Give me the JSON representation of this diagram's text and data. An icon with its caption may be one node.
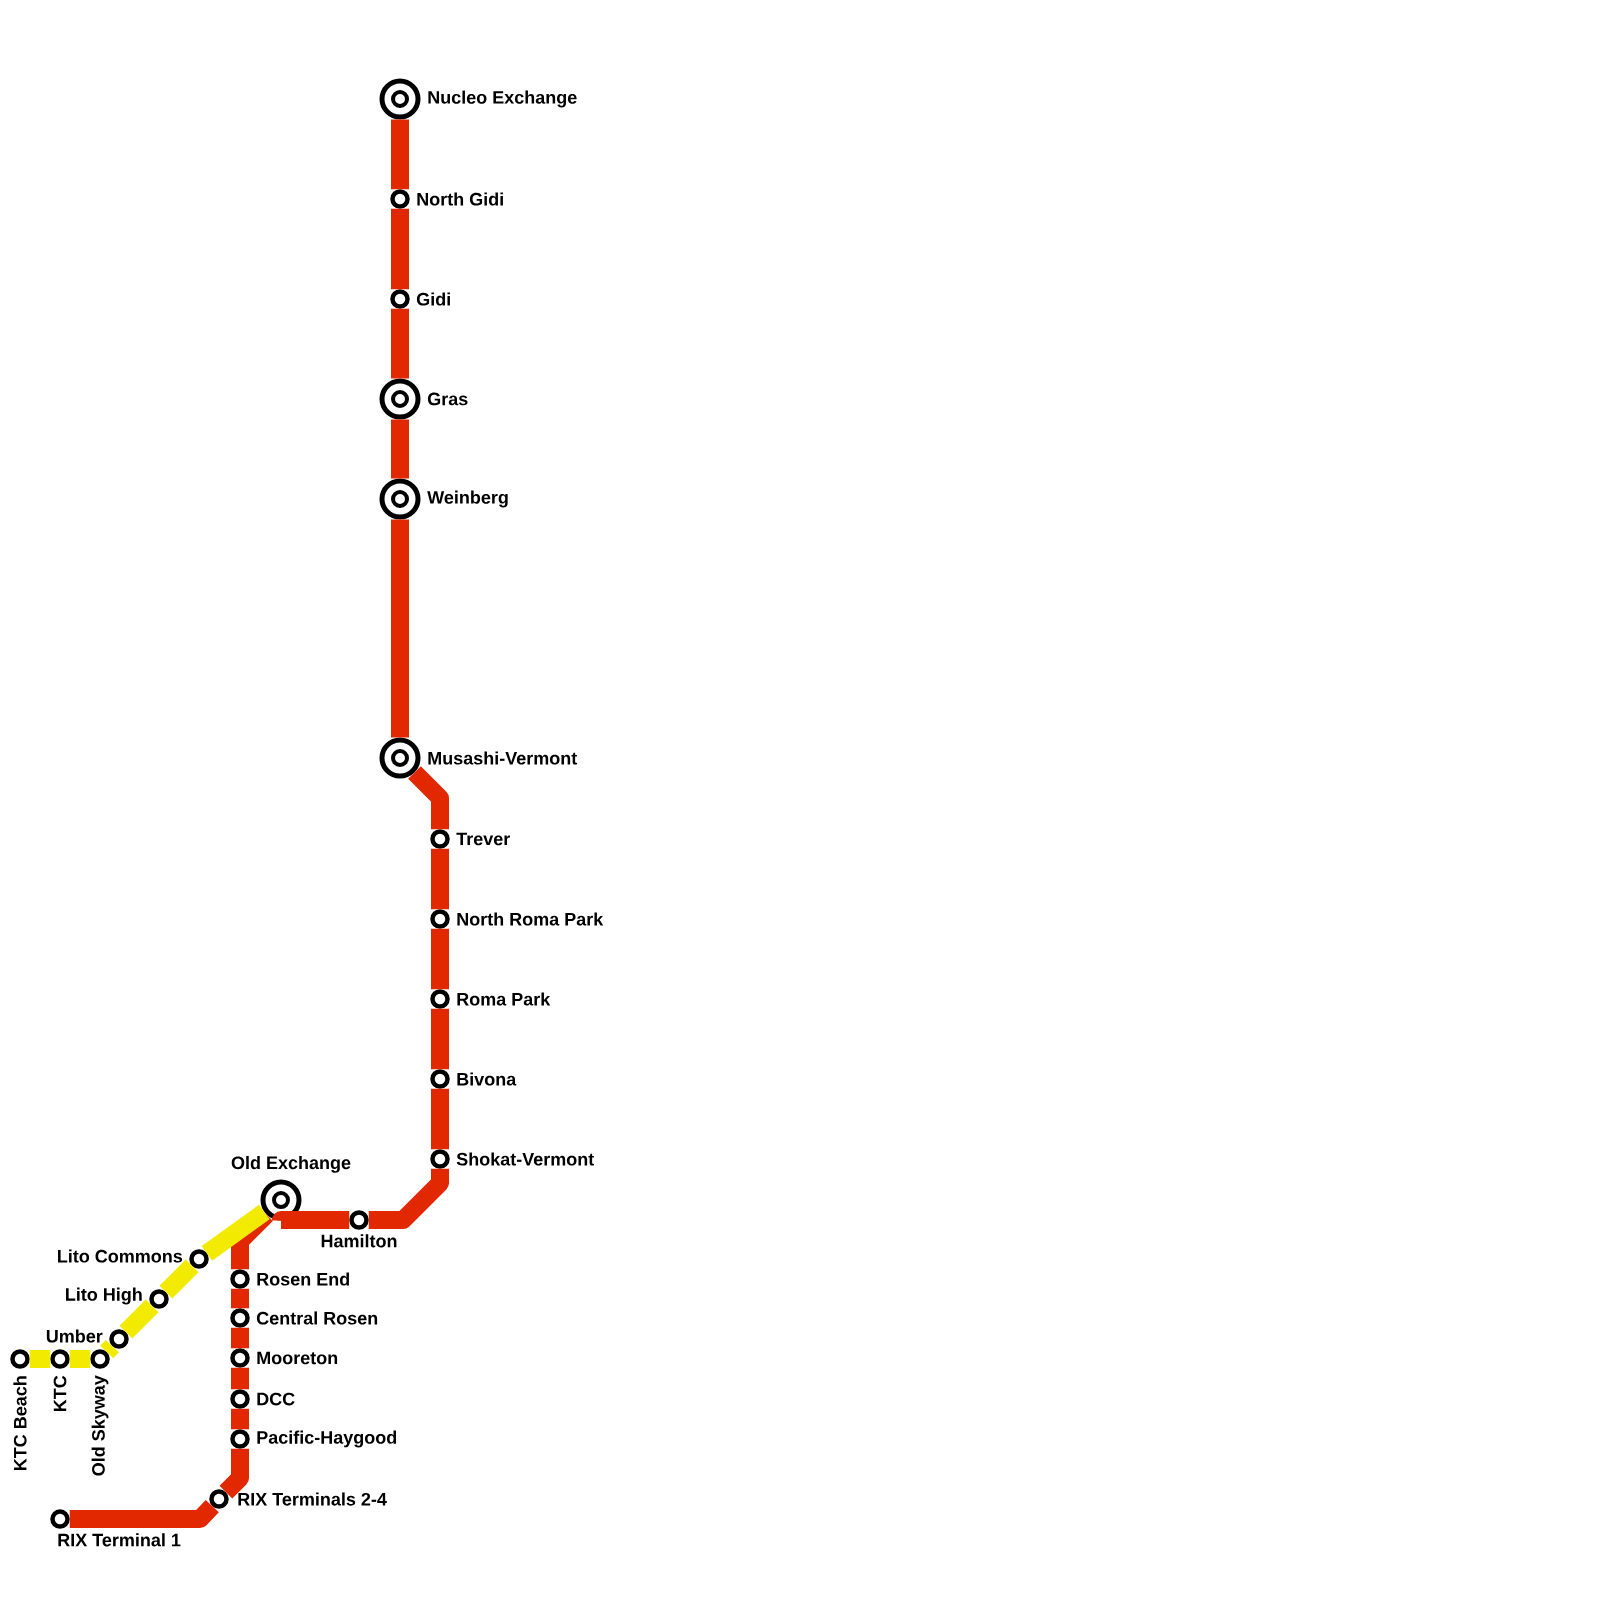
{
  "diagram": {
    "nodes": [
      {
        "text": [
          "Nucleo Exchange"
        ]
      },
      {
        "text": [
          "North Gidi"
        ]
      },
      {
        "text": [
          "Gidi"
        ]
      },
      {
        "text": [
          "Gras"
        ]
      },
      {
        "text": [
          "Weinberg"
        ]
      },
      {
        "text": [
          "Musashi-Vermont"
        ]
      },
      {
        "text": [
          "Trever"
        ]
      },
      {
        "text": [
          "North Roma Park"
        ]
      },
      {
        "text": [
          "Roma Park"
        ]
      },
      {
        "text": [
          "Bivona"
        ]
      },
      {
        "text": [
          "Shokat-Vermont"
        ]
      },
      {
        "text": [
          "Hamilton"
        ]
      },
      {
        "text": [
          "Old Exchange"
        ]
      },
      {
        "text": [
          "Rosen End"
        ]
      },
      {
        "text": [
          "Central Rosen"
        ]
      },
      {
        "text": [
          "Mooreton"
        ]
      },
      {
        "text": [
          "DCC"
        ]
      },
      {
        "text": [
          "Pacific-Haygood"
        ]
      },
      {
        "text": [
          "RIX Terminals 2-4"
        ]
      },
      {
        "text": [
          "RIX Terminal 1"
        ]
      },
      {
        "text": [
          "Lito Commons"
        ]
      },
      {
        "text": [
          "Lito High"
        ]
      },
      {
        "text": [
          "Umber"
        ]
      },
      {
        "text": [
          "Old Skyway"
        ]
      },
      {
        "text": [
          "KTC"
        ]
      },
      {
        "text": [
          "KTC Beach"
        ]
      }
    ],
    "edges": [
      {
        "from": 0,
        "to": 1,
        "arrow": "none"
      },
      {
        "from": 1,
        "to": 2,
        "arrow": "none"
      },
      {
        "from": 2,
        "to": 3,
        "arrow": "none"
      },
      {
        "from": 3,
        "to": 4,
        "arrow": "none"
      },
      {
        "from": 4,
        "to": 5,
        "arrow": "none"
      },
      {
        "from": 5,
        "to": 6,
        "arrow": "none"
      },
      {
        "from": 6,
        "to": 7,
        "arrow": "none"
      },
      {
        "from": 7,
        "to": 8,
        "arrow": "none"
      },
      {
        "from": 8,
        "to": 9,
        "arrow": "none"
      },
      {
        "from": 9,
        "to": 10,
        "arrow": "none"
      },
      {
        "from": 10,
        "to": 11,
        "arrow": "none"
      },
      {
        "from": 11,
        "to": 12,
        "arrow": "none"
      },
      {
        "from": 12,
        "to": 13,
        "arrow": "none"
      },
      {
        "from": 13,
        "to": 14,
        "arrow": "none"
      },
      {
        "from": 14,
        "to": 15,
        "arrow": "none"
      },
      {
        "from": 15,
        "to": 16,
        "arrow": "none"
      },
      {
        "from": 16,
        "to": 17,
        "arrow": "none"
      },
      {
        "from": 17,
        "to": 18,
        "arrow": "none"
      },
      {
        "from": 18,
        "to": 19,
        "arrow": "none"
      },
      {
        "from": 12,
        "to": 20,
        "arrow": "none",
        "color": "#f2ea00"
      },
      {
        "from": 20,
        "to": 21,
        "arrow": "none",
        "color": "#f2ea00"
      },
      {
        "from": 21,
        "to": 22,
        "arrow": "none",
        "color": "#f2ea00"
      },
      {
        "from": 22,
        "to": 23,
        "arrow": "none",
        "color": "#f2ea00"
      },
      {
        "from": 23,
        "to": 24,
        "arrow": "none",
        "color": "#f2ea00"
      },
      {
        "from": 24,
        "to": 25,
        "arrow": "none",
        "color": "#f2ea00"
      }
    ]
  }
}
